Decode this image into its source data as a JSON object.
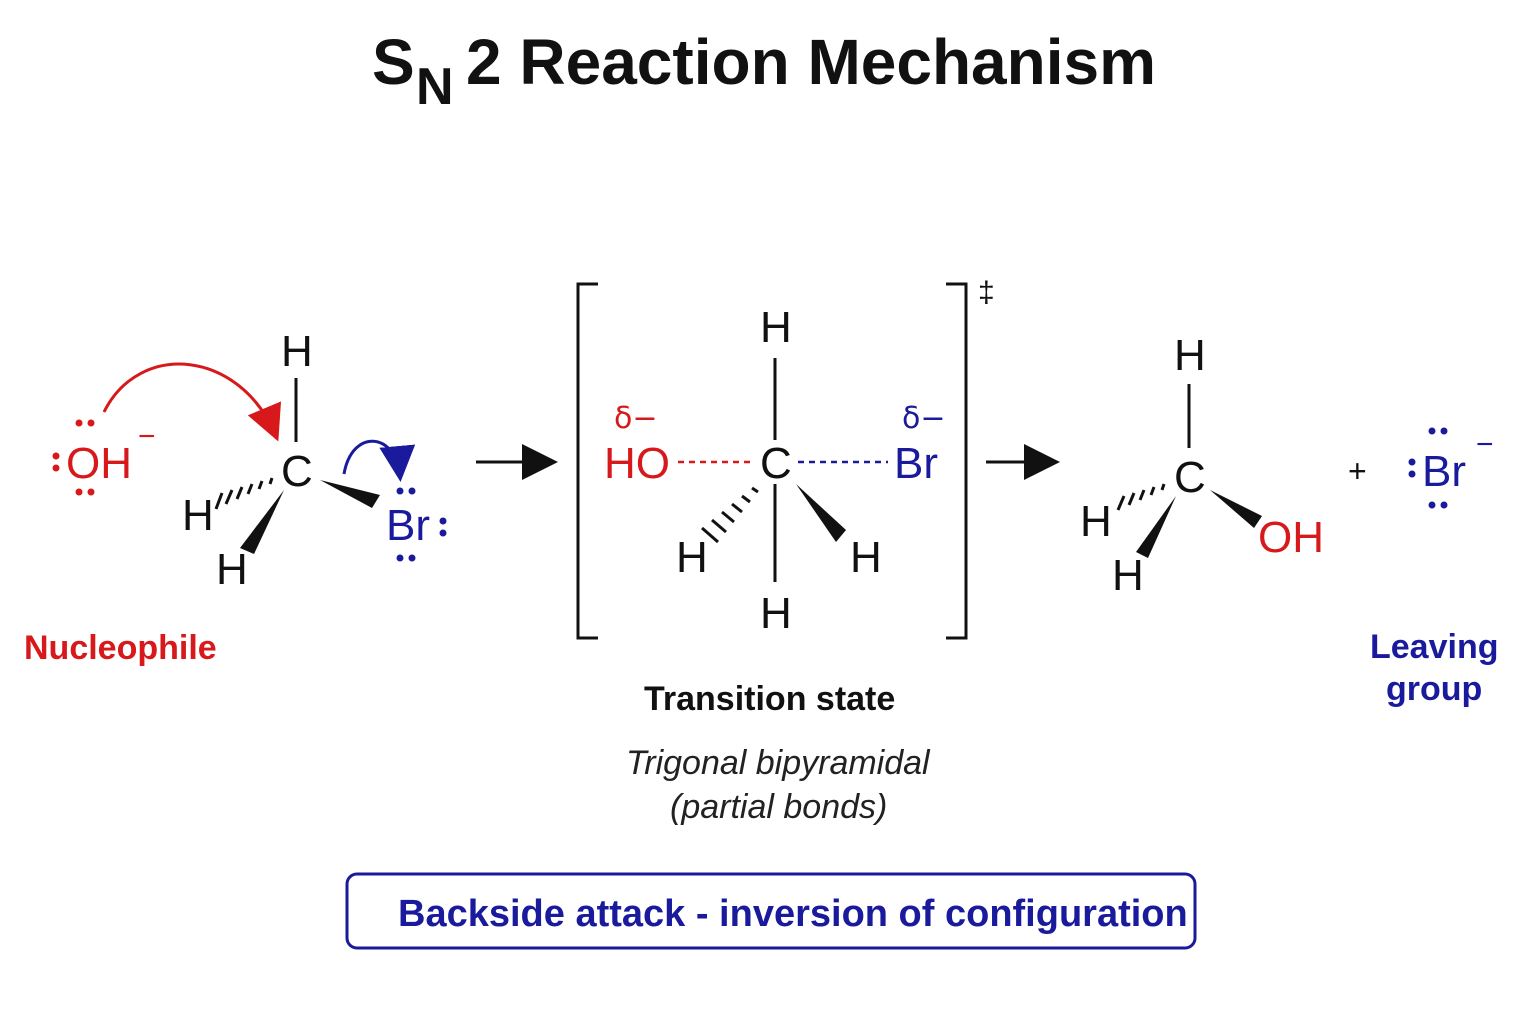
{
  "title": {
    "main_s": "S",
    "sub_n": "N",
    "rest": "2 Reaction Mechanism"
  },
  "reactants": {
    "nucleophile": {
      "formula": "OH",
      "charge": "−",
      "label": "Nucleophile"
    },
    "substrate": {
      "carbon": "C",
      "h_top": "H",
      "h_left": "H",
      "h_bottom": "H",
      "leaving_atom": "Br"
    }
  },
  "transition_state": {
    "left_group": "HO",
    "left_delta": "δ−",
    "carbon": "C",
    "right_group": "Br",
    "right_delta": "δ−",
    "h_top": "H",
    "h_left": "H",
    "h_right": "H",
    "h_bottom": "H",
    "double_dagger": "‡",
    "label": "Transition state",
    "geometry_line1": "Trigonal bipyramidal",
    "geometry_line2": "(partial bonds)"
  },
  "products": {
    "carbon": "C",
    "h_top": "H",
    "h_left": "H",
    "h_bottom": "H",
    "oh": "OH",
    "plus": "+",
    "bromide": "Br",
    "bromide_charge": "−",
    "label_line1": "Leaving",
    "label_line2": "group"
  },
  "note": "Backside attack - inversion of configuration",
  "colors": {
    "nucleophile": "#d7191c",
    "leaving_group": "#1a1a9c",
    "text": "#111111",
    "note_border": "#1a1a9c"
  }
}
